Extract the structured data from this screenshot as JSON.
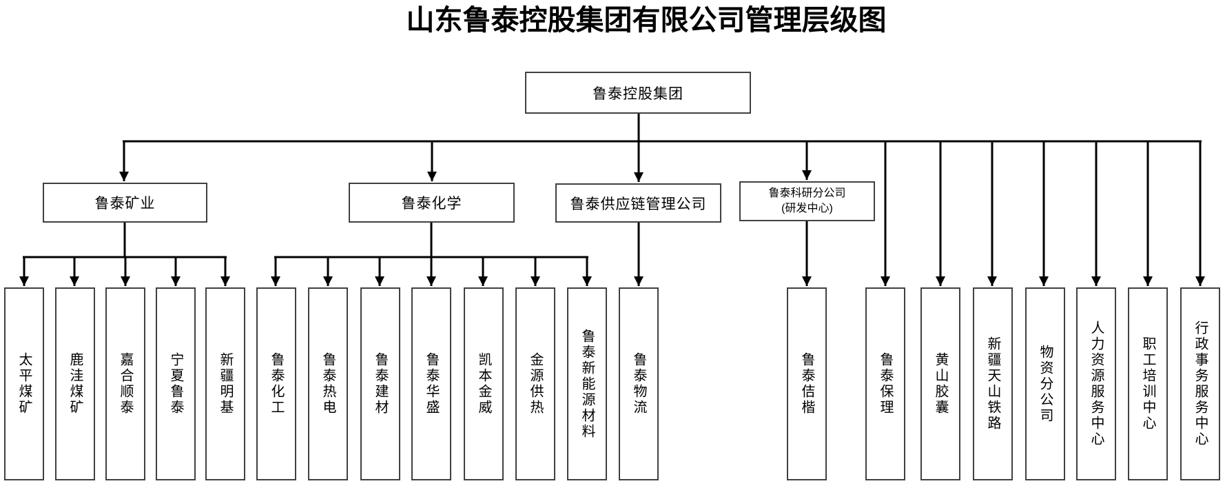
{
  "title": "山东鲁泰控股集团有限公司管理层级图",
  "colors": {
    "line": "#000000",
    "box_border": "#404040",
    "text": "#000000",
    "background": "#ffffff"
  },
  "root": "鲁泰控股集团",
  "divisions": {
    "mining": "鲁泰矿业",
    "chemistry": "鲁泰化学",
    "supply_chain": "鲁泰供应链管理公司",
    "research_line1": "鲁泰科研分公司",
    "research_line2": "(研发中心)"
  },
  "mining_children": [
    "太平煤矿",
    "鹿洼煤矿",
    "嘉合顺泰",
    "宁夏鲁泰",
    "新疆明基"
  ],
  "chemistry_children": [
    "鲁泰化工",
    "鲁泰热电",
    "鲁泰建材",
    "鲁泰华盛",
    "凯本金威",
    "金源供热",
    "鲁泰新能源材料"
  ],
  "supply_chain_children": [
    "鲁泰物流"
  ],
  "research_children": [
    "鲁泰佶楷"
  ],
  "headquarters_children": [
    "鲁泰保理",
    "黄山胶囊",
    "新疆天山铁路",
    "物资分公司",
    "人力资源服务中心",
    "职工培训中心",
    "行政事务服务中心"
  ]
}
